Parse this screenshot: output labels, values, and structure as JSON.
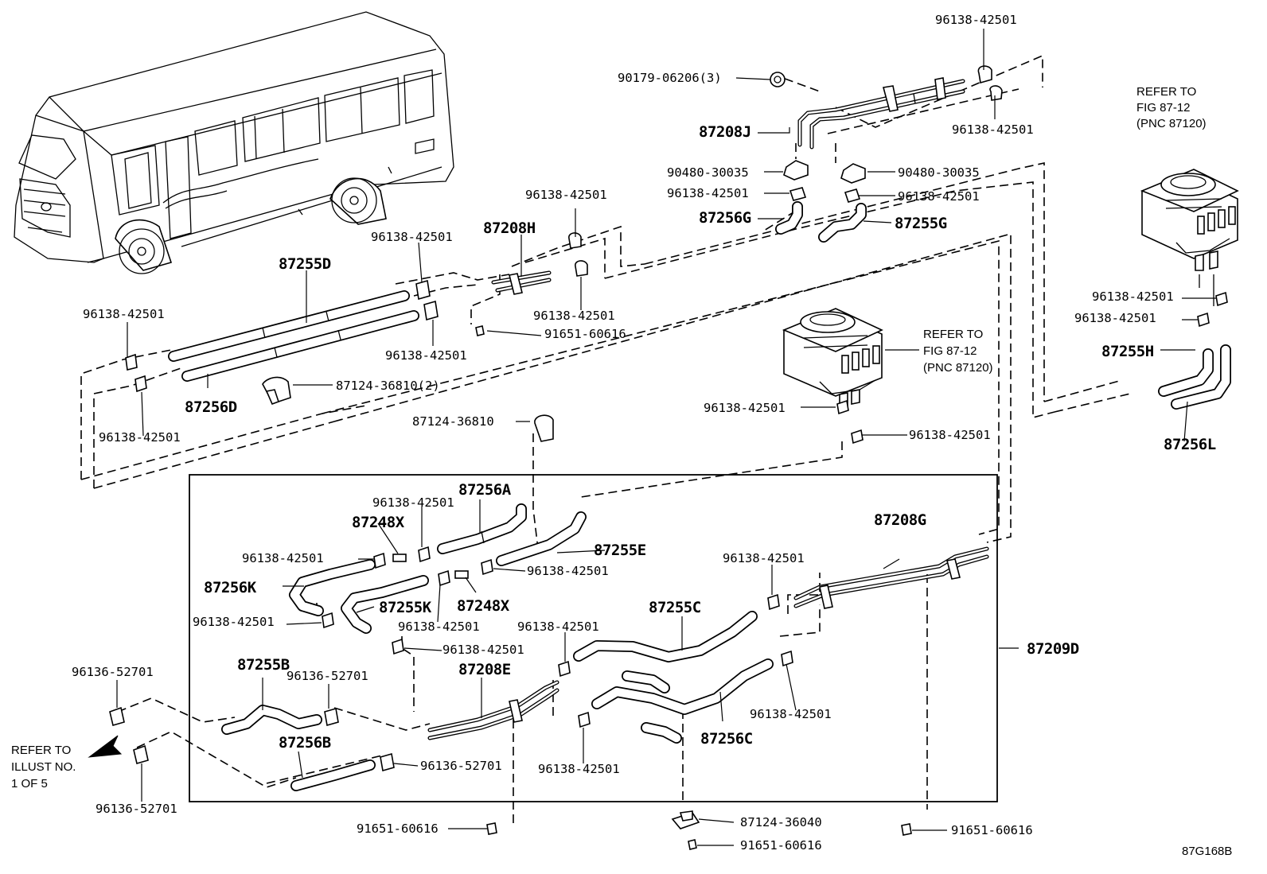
{
  "labels": {
    "l_96138_top": "96138-42501",
    "l_90179": "90179-06206(3)",
    "l_96138_top2": "96138-42501",
    "l_refer_r1": "REFER TO",
    "l_refer_r2": "FIG 87-12",
    "l_refer_r3": "(PNC 87120)",
    "l_87208J": "87208J",
    "l_90480_l": "90480-30035",
    "l_90480_r": "90480-30035",
    "l_96138_jl": "96138-42501",
    "l_96138_jr": "96138-42501",
    "l_87256G": "87256G",
    "l_87255G": "87255G",
    "l_96138_h1": "96138-42501",
    "l_87208H": "87208H",
    "l_96138_d1": "96138-42501",
    "l_87255D": "87255D",
    "l_96138_h2": "96138-42501",
    "l_91651_h": "91651-60616",
    "l_96138_left": "96138-42501",
    "l_96138_d2": "96138-42501",
    "l_87124_2": "87124-36810(2)",
    "l_87256D": "87256D",
    "l_96138_left2": "96138-42501",
    "l_96138_rl1": "96138-42501",
    "l_96138_rl2": "96138-42501",
    "l_87255H": "87255H",
    "l_87256L": "87256L",
    "l_refer_m1": "REFER TO",
    "l_refer_m2": "FIG 87-12",
    "l_refer_m3": "(PNC 87120)",
    "l_96138_m1": "96138-42501",
    "l_96138_m2": "96138-42501",
    "l_87124_1": "87124-36810",
    "l_87256A": "87256A",
    "l_96138_a": "96138-42501",
    "l_87248X_1": "87248X",
    "l_96138_k1": "96138-42501",
    "l_87255E": "87255E",
    "l_96138_e": "96138-42501",
    "l_87256K": "87256K",
    "l_87255K": "87255K",
    "l_87248X_2": "87248X",
    "l_96138_k2": "96138-42501",
    "l_96138_k3": "96138-42501",
    "l_96138_k4": "96138-42501",
    "l_87208G": "87208G",
    "l_96138_g": "96138-42501",
    "l_87255C": "87255C",
    "l_96138_c1": "96138-42501",
    "l_87209D": "87209D",
    "l_96136_l1": "96136-52701",
    "l_87255B": "87255B",
    "l_96136_b1": "96136-52701",
    "l_87208E": "87208E",
    "l_96138_c2": "96138-42501",
    "l_87256C": "87256C",
    "l_refer_l1": "REFER TO",
    "l_refer_l2": "ILLUST NO.",
    "l_refer_l3": "1 OF 5",
    "l_87256B": "87256B",
    "l_96136_b2": "96136-52701",
    "l_96138_c3": "96138-42501",
    "l_96136_l2": "96136-52701",
    "l_91651_b1": "91651-60616",
    "l_87124_36040": "87124-36040",
    "l_91651_b2": "91651-60616",
    "l_91651_b3": "91651-60616",
    "l_code": "87G168B"
  }
}
